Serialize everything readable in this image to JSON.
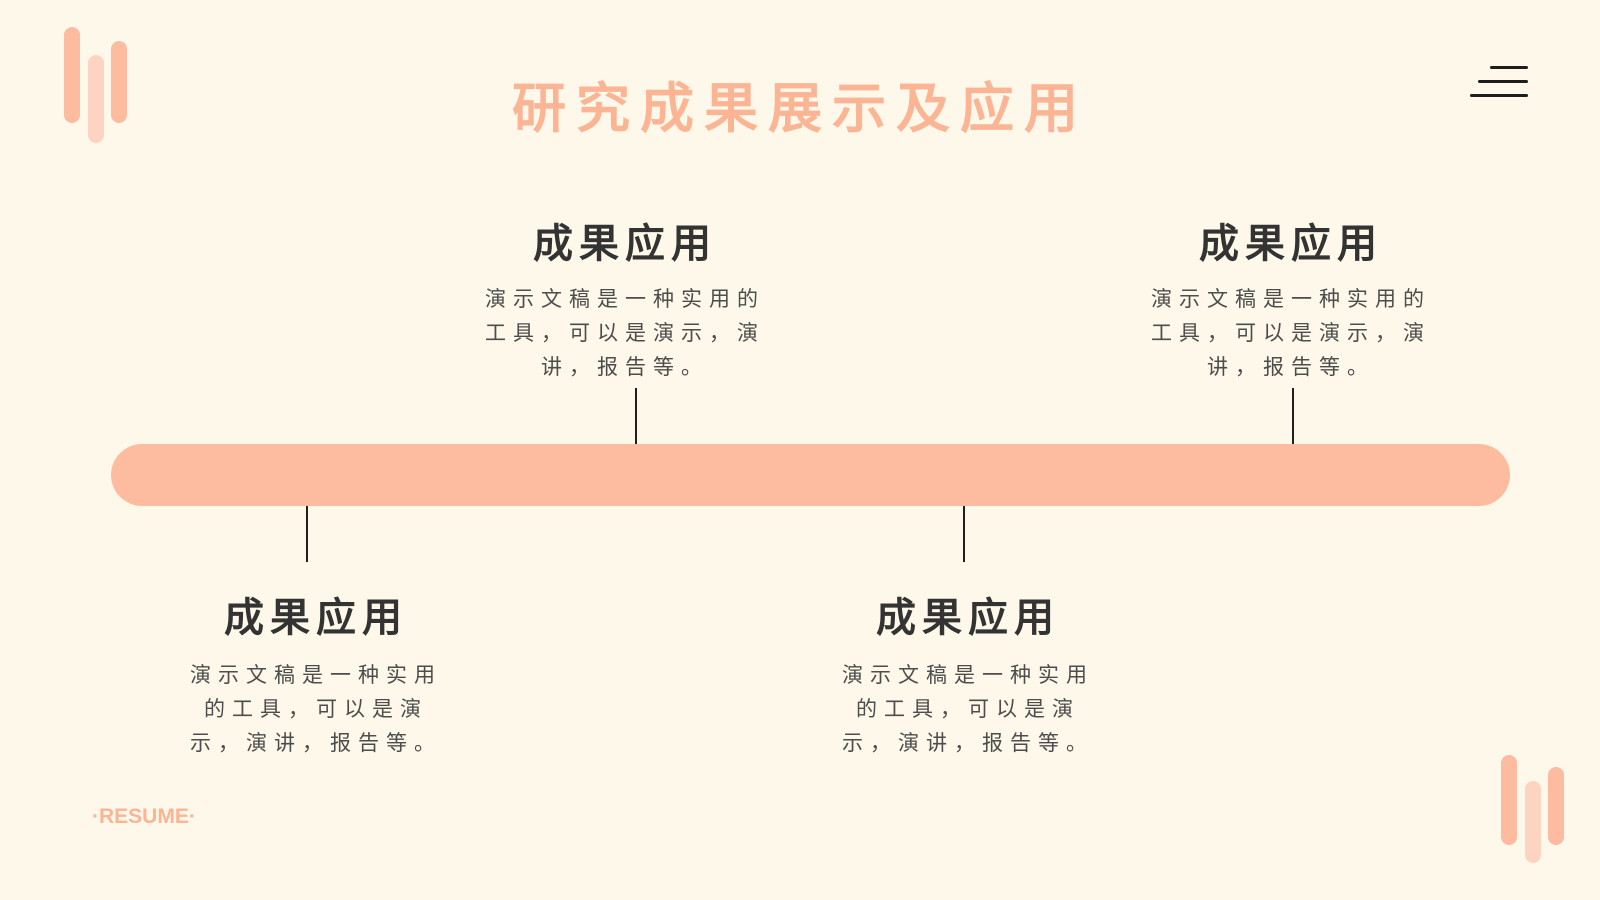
{
  "title": "研究成果展示及应用",
  "items": [
    {
      "heading": "成果应用",
      "desc": "演示文稿是一种实用的工具，可以是演示，演讲，报告等。"
    },
    {
      "heading": "成果应用",
      "desc": "演示文稿是一种实用的工具，可以是演示，演讲，报告等。"
    },
    {
      "heading": "成果应用",
      "desc": "演示文稿是一种实用的工具，可以是演示，演讲，报告等。"
    },
    {
      "heading": "成果应用",
      "desc": "演示文稿是一种实用的工具，可以是演示，演讲，报告等。"
    }
  ],
  "footer": {
    "resume_label": "·RESUME·"
  },
  "colors": {
    "background": "#fdf8e9",
    "accent": "#fdbba0",
    "accent_light": "#fdd4c1",
    "title": "#fbb595",
    "heading": "#333333",
    "text": "#4d4d4d"
  },
  "icons": {
    "menu": "menu-icon",
    "top_left_decoration": "bars-decoration-icon",
    "bottom_right_decoration": "bars-decoration-icon"
  }
}
